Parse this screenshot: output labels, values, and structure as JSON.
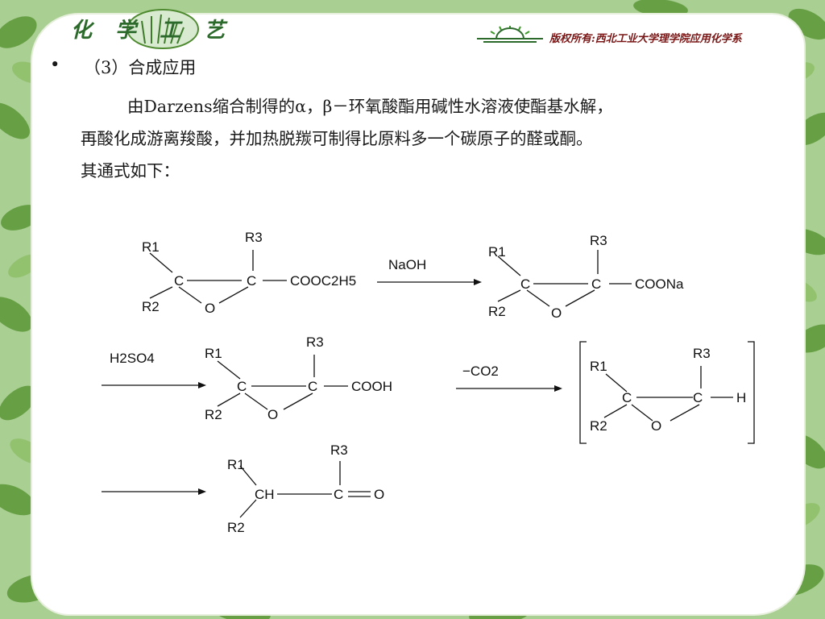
{
  "header": {
    "logo_text": "化 学 工 艺",
    "copyright": "版权所有:西北工业大学理学院应用化学系"
  },
  "section": {
    "bullet": "•",
    "heading": "（3）合成应用"
  },
  "paragraph": {
    "line1": "由Darzens缩合制得的α，β－环氧酸酯用碱性水溶液使酯基水解，",
    "line2": "再酸化成游离羧酸，并加热脱羰可制得比原料多一个碳原子的醛或酮。",
    "line3": "其通式如下："
  },
  "reaction": {
    "reagent_naoh": "NaOH",
    "reagent_acid": "H2SO4",
    "reagent_decarb": "−CO2",
    "group_ester": "COOC2H5",
    "group_salt": "COONa",
    "group_acid": "COOH",
    "atom_c": "C",
    "atom_o": "O",
    "atom_h": "H",
    "atom_ch": "CH",
    "r1": "R1",
    "r2": "R2",
    "r3": "R3"
  },
  "colors": {
    "leaf_dark": "#4e8a2f",
    "leaf_light": "#8fc06a",
    "header_green": "#2c6a2c",
    "copyright_red": "#7a1616"
  }
}
